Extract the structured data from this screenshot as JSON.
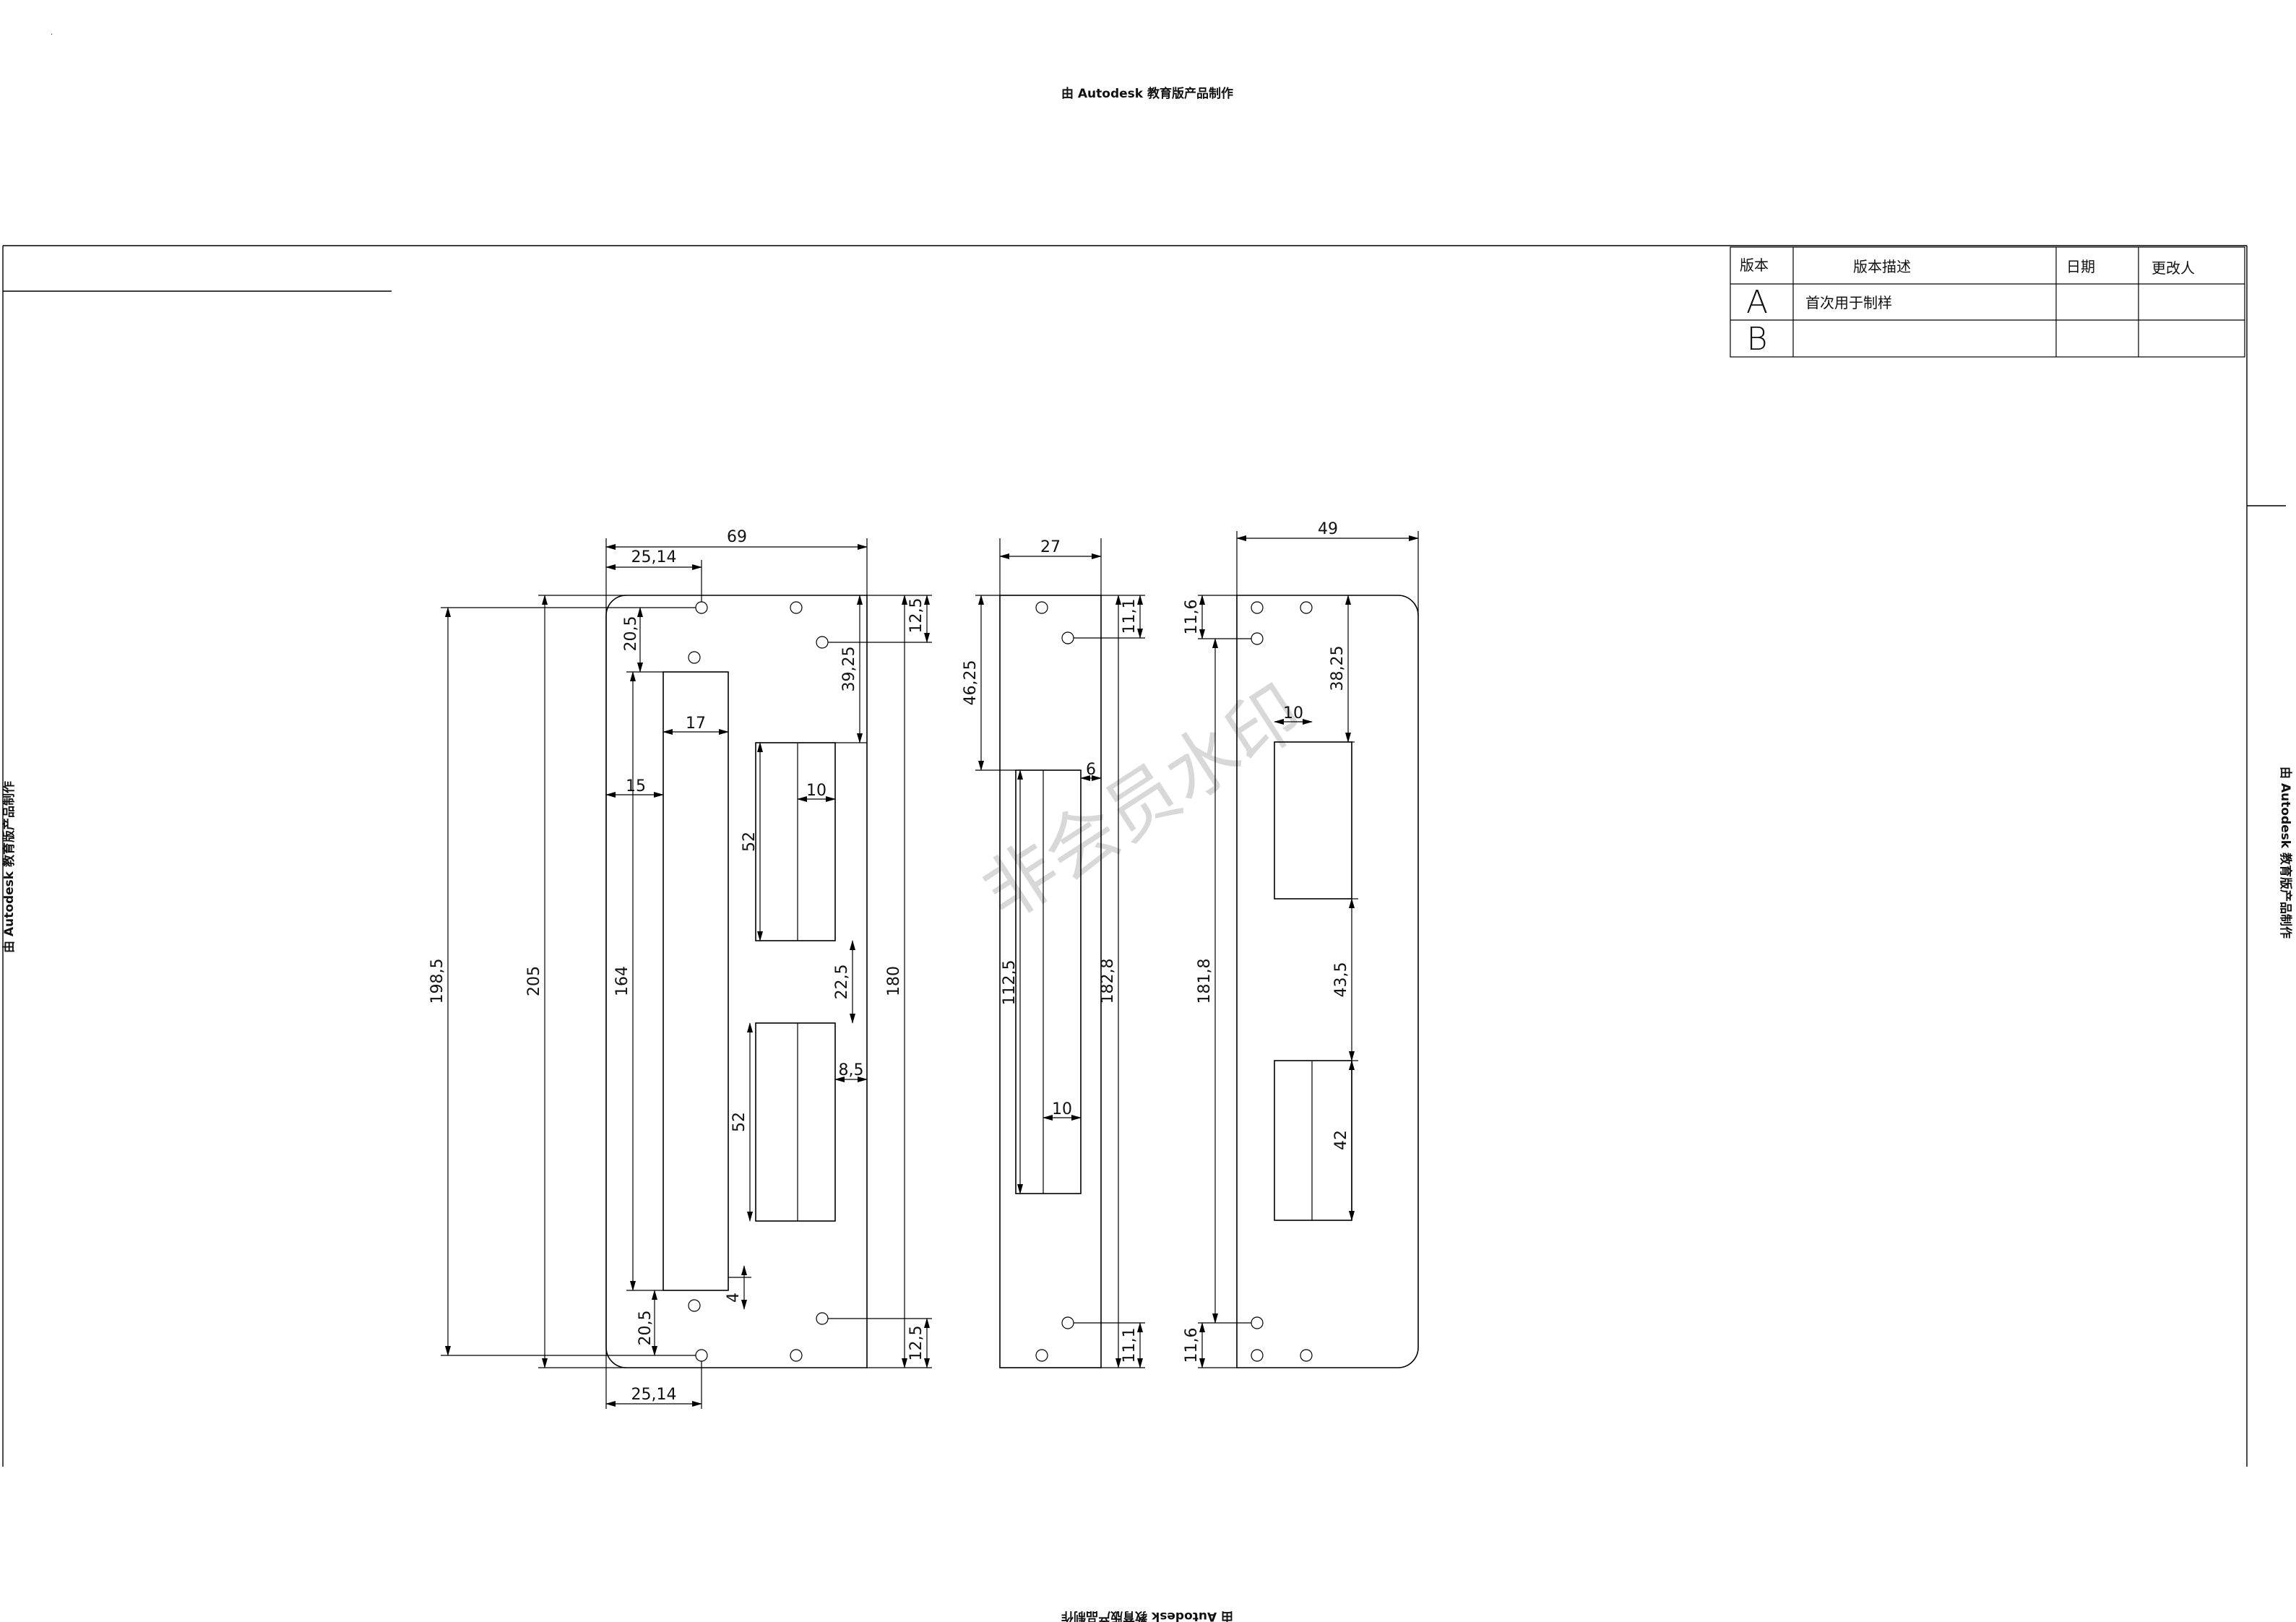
{
  "watermarks": {
    "top": "由 Autodesk 教育版产品制作",
    "bottom": "由 Autodesk 教育版产品制作",
    "left": "由 Autodesk 教育版产品制作",
    "right": "由 Autodesk 教育版产品制作",
    "center_stamp": "非会员水印"
  },
  "revision_table": {
    "headers": [
      "版本",
      "版本描述",
      "日期",
      "更改人"
    ],
    "rows": [
      {
        "version": "A",
        "description": "首次用于制样",
        "date": "",
        "author": ""
      },
      {
        "version": "B",
        "description": "",
        "date": "",
        "author": ""
      }
    ]
  },
  "plate1": {
    "width_total": "69",
    "hole_offset_top": "25,14",
    "hole_offset_bottom": "25,14",
    "height_outer": "198,5",
    "height_total": "205",
    "slot_height": "164",
    "top_hole_gap": "20,5",
    "bottom_hole_gap": "20,5",
    "slot_width": "17",
    "slot_left": "15",
    "right_top": "12,5",
    "right_upper": "39,25",
    "right_height": "180",
    "right_bottom": "12,5",
    "window_width": "10",
    "window1_height": "52",
    "window_gap": "22,5",
    "window_right": "8,5",
    "window2_height": "52",
    "slot_bottom_gap": "4"
  },
  "plate2": {
    "width_total": "27",
    "top_offset": "46,25",
    "hole_top": "11,1",
    "hole_bottom": "11,1",
    "slot_right": "6",
    "slot_height": "112,5",
    "slot_width": "10",
    "height": "182,8"
  },
  "plate3": {
    "width_total": "49",
    "hole_top": "11,6",
    "hole_bottom": "11,6",
    "top_offset": "38,25",
    "window_width": "10",
    "height": "181,8",
    "window_gap": "43,5",
    "window2_height": "42"
  }
}
